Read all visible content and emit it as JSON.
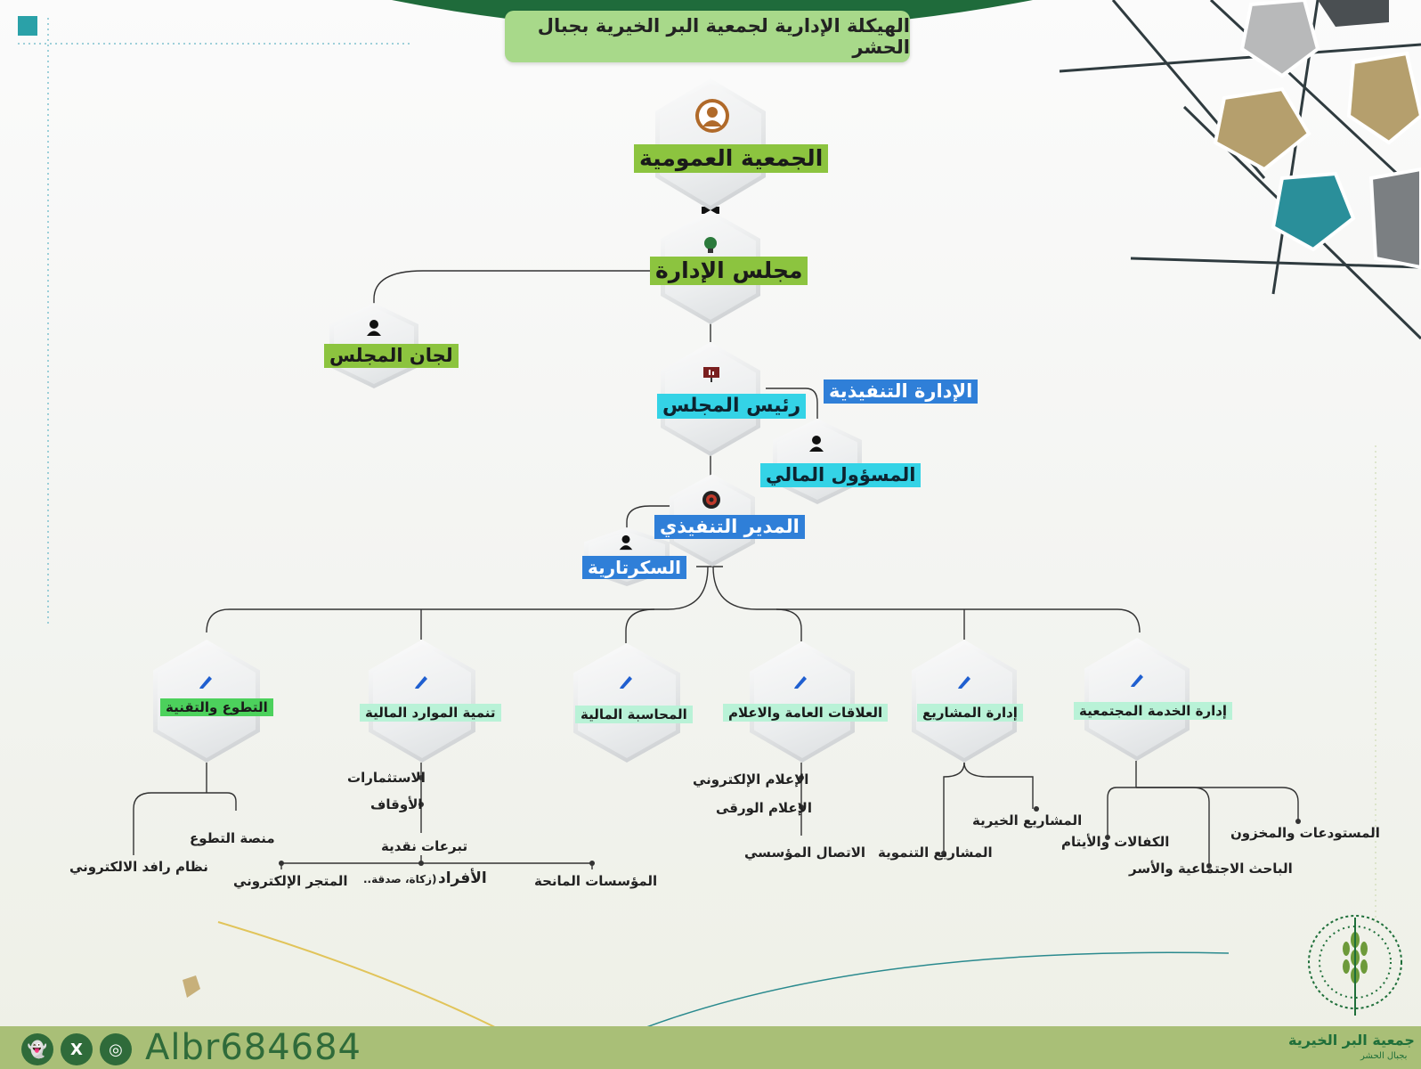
{
  "title": "الهيكلة الإدارية لجمعية البر الخيرية بجبال الحشر",
  "nodes": {
    "general_assembly": "الجمعية العمومية",
    "board": "مجلس الإدارة",
    "board_committees": "لجان المجلس",
    "chairman": "رئيس المجلس",
    "executive_management": "الإدارة التنفيذية",
    "financial_officer": "المسؤول المالي",
    "executive_director": "المدير التنفيذي",
    "secretariat": "السكرتارية"
  },
  "departments": {
    "volunteering": "التطوع والتقنية",
    "resources": "تنمية الموارد المالية",
    "accounting": "المحاسبة المالية",
    "relations": "العلاقات العامة والاعلام",
    "projects": "إدارة المشاريع",
    "community": "إدارة الخدمة المجتمعية"
  },
  "sub_items": {
    "volunteering_platform": "منصة التطوع",
    "rafid_system": "نظام رافد الالكتروني",
    "investments": "الاستثمارات",
    "endowments": "الأوقاف",
    "cash_donations": "تبرعات نقدية",
    "e_store": "المتجر الإلكتروني",
    "individuals": "الأفراد",
    "individuals_note": "(زكاة، صدقة..",
    "donor_institutions": "المؤسسات المانحة",
    "e_media": "الإعلام الإلكتروني",
    "paper_media": "الإعلام الورقى",
    "corporate_comm": "الاتصال المؤسسي",
    "charity_projects": "المشاريع الخيرية",
    "development_projects": "المشاريع التنموية",
    "sponsorships": "الكفالات والأيتام",
    "warehouses": "المستودعات والمخزون",
    "social_researcher": "الباحث الاجتماعية والأسر"
  },
  "footer": {
    "handle": "Albr684684",
    "org_name": "جمعية البر الخيرية",
    "org_sub": "بجبال الحشر"
  },
  "icons": {
    "person": "person-icon",
    "bulb": "lightbulb-icon",
    "presentation": "presentation-icon",
    "gear": "gear-icon",
    "pen": "pen-icon"
  },
  "colors": {
    "lime": "#8cc43f",
    "cyan": "#34d3e6",
    "blue": "#2f7fd8",
    "mint": "#b9f2d7",
    "green": "#4cd15c",
    "title_bg": "#a8d98a",
    "footer_bg": "#a9bf77",
    "dark_green": "#2f6b3a"
  }
}
